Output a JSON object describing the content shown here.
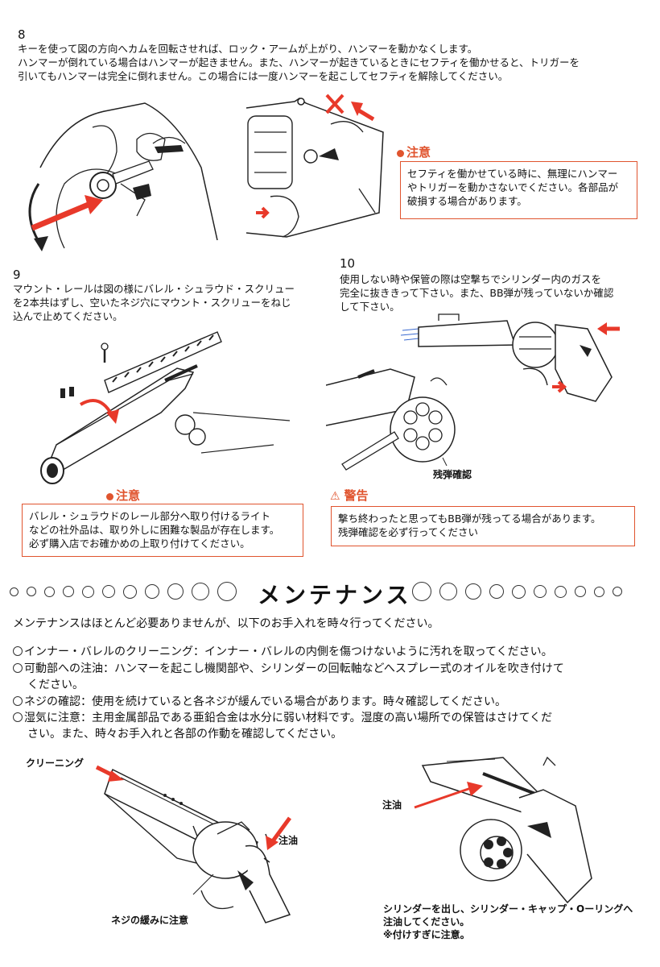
{
  "step8": {
    "number": "8",
    "lines": [
      "キーを使って図の方向へカムを回転させれば、ロック・アームが上がり、ハンマーを動かなくします。",
      "ハンマーが倒れている場合はハンマーが起きません。また、ハンマーが起きているときにセフティを働かせると、トリガーを",
      "引いてもハンマーは完全に倒れません。この場合には一度ハンマーを起こしてセフティを解除してください。"
    ],
    "warning_title": "注意",
    "warning_lines": [
      "セフティを働かせている時に、無理にハンマー",
      "やトリガーを動かさないでください。各部品が",
      "破損する場合があります。"
    ]
  },
  "step9": {
    "number": "9",
    "lines": [
      "マウント・レールは図の様にバレル・シュラウド・スクリュー",
      "を2本共はずし、空いたネジ穴にマウント・スクリューをねじ",
      "込んで止めてください。"
    ],
    "warning_title": "注意",
    "warning_lines": [
      "バレル・シュラウドのレール部分へ取り付けるライト",
      "などの社外品は、取り外しに困難な製品が存在します。",
      "必ず購入店でお確かめの上取り付けてください。"
    ]
  },
  "step10": {
    "number": "10",
    "lines": [
      "使用しない時や保管の際は空撃ちでシリンダー内のガスを",
      "完全に抜ききって下さい。また、BB弾が残っていないか確認",
      "して下さい。"
    ],
    "figure_label": "残弾確認",
    "warning_title": "警告",
    "warning_lines": [
      "撃ち終わったと思ってもBB弾が残ってる場合があります。",
      "残弾確認を必ず行ってください"
    ]
  },
  "maintenance": {
    "title": "メンテナンス",
    "intro": "メンテナンスはほとんど必要ありませんが、以下のお手入れを時々行ってください。",
    "items": [
      [
        "インナー・バレルのクリーニング：インナー・バレルの内側を傷つけないように汚れを取ってください。"
      ],
      [
        "可動部への注油：ハンマーを起こし機関部や、シリンダーの回転軸などへスプレー式のオイルを吹き付けて",
        "ください。"
      ],
      [
        "ネジの確認：使用を続けていると各ネジが緩んでいる場合があります。時々確認してください。"
      ],
      [
        "湿気に注意：主用金属部品である亜鉛合金は水分に弱い材料です。湿度の高い場所での保管はさけてくだ",
        "さい。また、時々お手入れと各部の作動を確認してください。"
      ]
    ],
    "labels": {
      "cleaning": "クリーニング",
      "oil1": "注油",
      "screw": "ネジの緩みに注意",
      "oil2": "注油",
      "cylinder_note": [
        "シリンダーを出し、シリンダー・キャップ・Oーリングへ",
        "注油してください。",
        "※付けすぎに注意。"
      ]
    }
  },
  "colors": {
    "accent": "#e0542e",
    "arrow": "#e8392a"
  }
}
